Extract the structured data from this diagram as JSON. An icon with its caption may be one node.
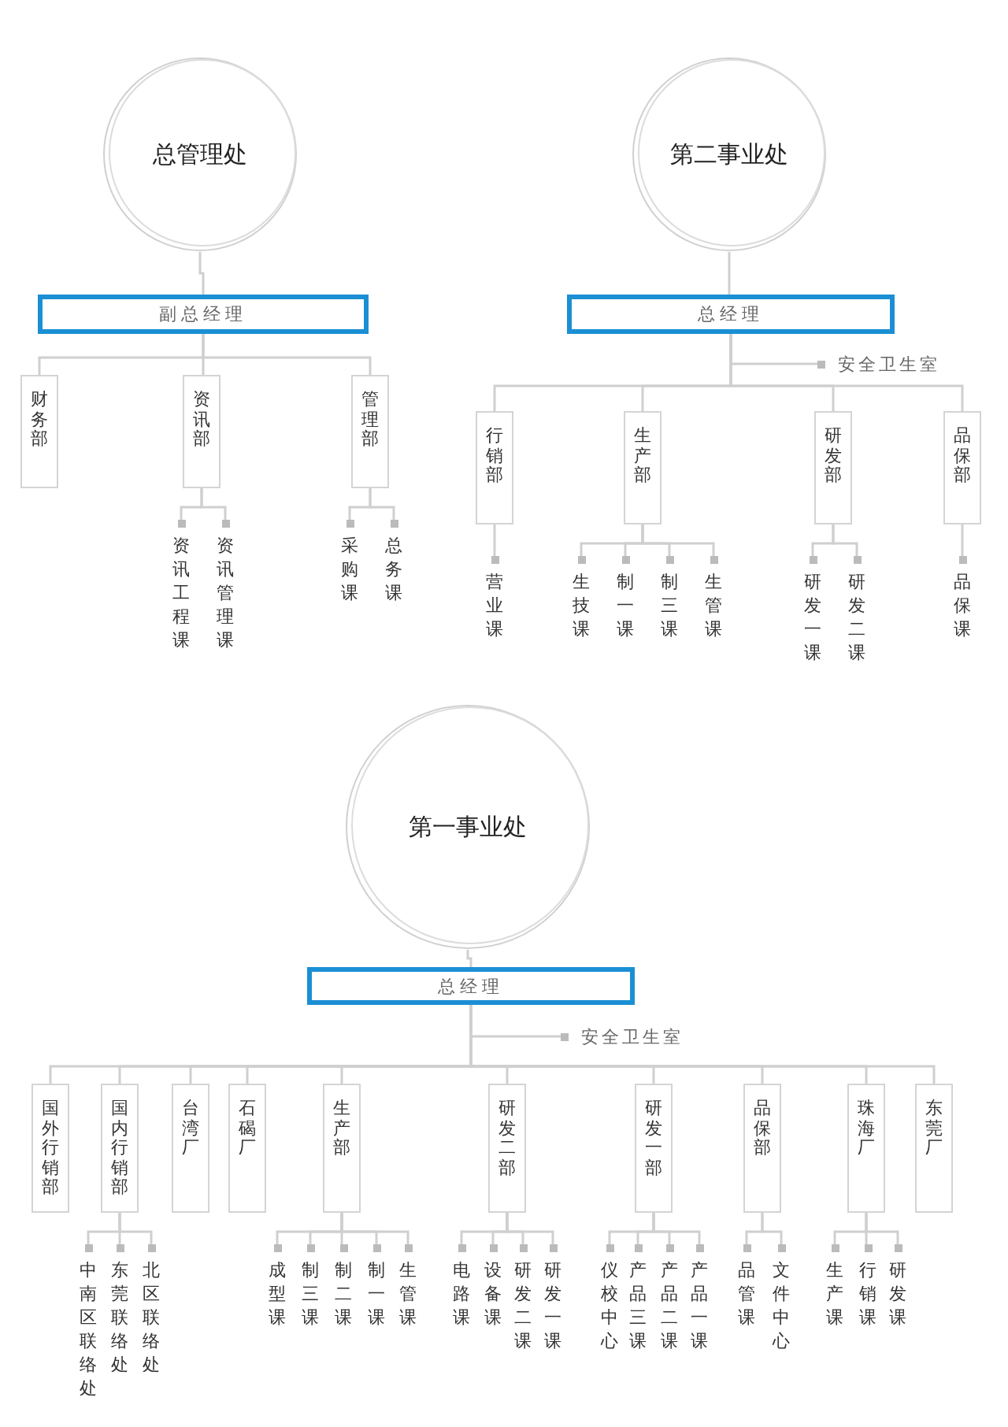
{
  "diagram": {
    "nodes": [
      {
        "text": [
          "总管理处"
        ]
      },
      {
        "text": [
          "副总经理"
        ]
      },
      {
        "text": [
          "财务部"
        ]
      },
      {
        "text": [
          "资讯部"
        ]
      },
      {
        "text": [
          "管理部"
        ]
      },
      {
        "text": [
          "资讯工程课"
        ]
      },
      {
        "text": [
          "资讯管理课"
        ]
      },
      {
        "text": [
          "采购课"
        ]
      },
      {
        "text": [
          "总务课"
        ]
      },
      {
        "text": [
          "第二事业处"
        ]
      },
      {
        "text": [
          "总经理"
        ]
      },
      {
        "text": [
          "安全卫生室"
        ]
      },
      {
        "text": [
          "行销部"
        ]
      },
      {
        "text": [
          "生产部"
        ]
      },
      {
        "text": [
          "研发部"
        ]
      },
      {
        "text": [
          "品保部"
        ]
      },
      {
        "text": [
          "营业课"
        ]
      },
      {
        "text": [
          "生技课"
        ]
      },
      {
        "text": [
          "制一课"
        ]
      },
      {
        "text": [
          "制三课"
        ]
      },
      {
        "text": [
          "生管课"
        ]
      },
      {
        "text": [
          "研发一课"
        ]
      },
      {
        "text": [
          "研发二课"
        ]
      },
      {
        "text": [
          "品保课"
        ]
      },
      {
        "text": [
          "第一事业处"
        ]
      },
      {
        "text": [
          "总经理"
        ]
      },
      {
        "text": [
          "安全卫生室"
        ]
      },
      {
        "text": [
          "国外行销部"
        ]
      },
      {
        "text": [
          "国内行销部"
        ]
      },
      {
        "text": [
          "台湾厂"
        ]
      },
      {
        "text": [
          "石碣厂"
        ]
      },
      {
        "text": [
          "生产部"
        ]
      },
      {
        "text": [
          "研发二部"
        ]
      },
      {
        "text": [
          "研发一部"
        ]
      },
      {
        "text": [
          "品保部"
        ]
      },
      {
        "text": [
          "珠海厂"
        ]
      },
      {
        "text": [
          "东莞厂"
        ]
      },
      {
        "text": [
          "中南区联络处"
        ]
      },
      {
        "text": [
          "东莞联络处"
        ]
      },
      {
        "text": [
          "北区联络处"
        ]
      },
      {
        "text": [
          "成型课"
        ]
      },
      {
        "text": [
          "制三课"
        ]
      },
      {
        "text": [
          "制二课"
        ]
      },
      {
        "text": [
          "制一课"
        ]
      },
      {
        "text": [
          "生管课"
        ]
      },
      {
        "text": [
          "电路课"
        ]
      },
      {
        "text": [
          "设备课"
        ]
      },
      {
        "text": [
          "研发二课"
        ]
      },
      {
        "text": [
          "研发一课"
        ]
      },
      {
        "text": [
          "仪校中心"
        ]
      },
      {
        "text": [
          "产品三课"
        ]
      },
      {
        "text": [
          "产品二课"
        ]
      },
      {
        "text": [
          "产品一课"
        ]
      },
      {
        "text": [
          "品管课"
        ]
      },
      {
        "text": [
          "文件中心"
        ]
      },
      {
        "text": [
          "生产课"
        ]
      },
      {
        "text": [
          "行销课"
        ]
      },
      {
        "text": [
          "研发课"
        ]
      }
    ],
    "edges": [
      {
        "from": 0,
        "to": 1,
        "arrow": "none"
      },
      {
        "from": 1,
        "to": 2,
        "arrow": "none"
      },
      {
        "from": 1,
        "to": 3,
        "arrow": "none"
      },
      {
        "from": 1,
        "to": 4,
        "arrow": "none"
      },
      {
        "from": 3,
        "to": 5,
        "arrow": "none"
      },
      {
        "from": 3,
        "to": 6,
        "arrow": "none"
      },
      {
        "from": 4,
        "to": 7,
        "arrow": "none"
      },
      {
        "from": 4,
        "to": 8,
        "arrow": "none"
      },
      {
        "from": 9,
        "to": 10,
        "arrow": "none"
      },
      {
        "from": 10,
        "to": 11,
        "arrow": "none"
      },
      {
        "from": 10,
        "to": 12,
        "arrow": "none"
      },
      {
        "from": 10,
        "to": 13,
        "arrow": "none"
      },
      {
        "from": 10,
        "to": 14,
        "arrow": "none"
      },
      {
        "from": 10,
        "to": 15,
        "arrow": "none"
      },
      {
        "from": 12,
        "to": 16,
        "arrow": "none"
      },
      {
        "from": 13,
        "to": 17,
        "arrow": "none"
      },
      {
        "from": 13,
        "to": 18,
        "arrow": "none"
      },
      {
        "from": 13,
        "to": 19,
        "arrow": "none"
      },
      {
        "from": 13,
        "to": 20,
        "arrow": "none"
      },
      {
        "from": 14,
        "to": 21,
        "arrow": "none"
      },
      {
        "from": 14,
        "to": 22,
        "arrow": "none"
      },
      {
        "from": 15,
        "to": 23,
        "arrow": "none"
      },
      {
        "from": 24,
        "to": 25,
        "arrow": "none"
      },
      {
        "from": 25,
        "to": 26,
        "arrow": "none"
      },
      {
        "from": 25,
        "to": 27,
        "arrow": "none"
      },
      {
        "from": 25,
        "to": 28,
        "arrow": "none"
      },
      {
        "from": 25,
        "to": 29,
        "arrow": "none"
      },
      {
        "from": 25,
        "to": 30,
        "arrow": "none"
      },
      {
        "from": 25,
        "to": 31,
        "arrow": "none"
      },
      {
        "from": 25,
        "to": 32,
        "arrow": "none"
      },
      {
        "from": 25,
        "to": 33,
        "arrow": "none"
      },
      {
        "from": 25,
        "to": 34,
        "arrow": "none"
      },
      {
        "from": 25,
        "to": 35,
        "arrow": "none"
      },
      {
        "from": 25,
        "to": 36,
        "arrow": "none"
      },
      {
        "from": 28,
        "to": 37,
        "arrow": "none"
      },
      {
        "from": 28,
        "to": 38,
        "arrow": "none"
      },
      {
        "from": 28,
        "to": 39,
        "arrow": "none"
      },
      {
        "from": 31,
        "to": 40,
        "arrow": "none"
      },
      {
        "from": 31,
        "to": 41,
        "arrow": "none"
      },
      {
        "from": 31,
        "to": 42,
        "arrow": "none"
      },
      {
        "from": 31,
        "to": 43,
        "arrow": "none"
      },
      {
        "from": 31,
        "to": 44,
        "arrow": "none"
      },
      {
        "from": 32,
        "to": 45,
        "arrow": "none"
      },
      {
        "from": 32,
        "to": 46,
        "arrow": "none"
      },
      {
        "from": 32,
        "to": 47,
        "arrow": "none"
      },
      {
        "from": 32,
        "to": 48,
        "arrow": "none"
      },
      {
        "from": 33,
        "to": 49,
        "arrow": "none"
      },
      {
        "from": 33,
        "to": 50,
        "arrow": "none"
      },
      {
        "from": 33,
        "to": 51,
        "arrow": "none"
      },
      {
        "from": 33,
        "to": 52,
        "arrow": "none"
      },
      {
        "from": 34,
        "to": 53,
        "arrow": "none"
      },
      {
        "from": 34,
        "to": 54,
        "arrow": "none"
      },
      {
        "from": 35,
        "to": 55,
        "arrow": "none"
      },
      {
        "from": 35,
        "to": 56,
        "arrow": "none"
      },
      {
        "from": 35,
        "to": 57,
        "arrow": "none"
      }
    ]
  }
}
